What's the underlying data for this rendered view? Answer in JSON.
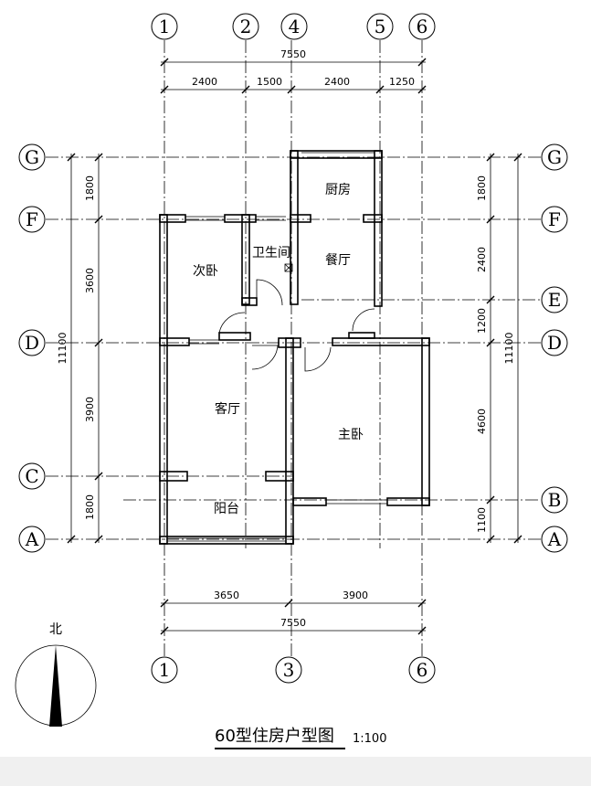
{
  "axes": {
    "top": [
      "1",
      "2",
      "4",
      "5",
      "6"
    ],
    "bottom": [
      "1",
      "3",
      "6"
    ],
    "left": [
      "G",
      "F",
      "D",
      "C",
      "A"
    ],
    "right": [
      "G",
      "F",
      "E",
      "D",
      "B",
      "A"
    ]
  },
  "dimensions": {
    "top_total": "7550",
    "top_segments": [
      "2400",
      "1500",
      "2400",
      "1250"
    ],
    "bottom_segments": [
      "3650",
      "3900"
    ],
    "bottom_total": "7550",
    "left_segments": [
      "1800",
      "3600",
      "3900",
      "1800"
    ],
    "left_total": "11100",
    "right_segments": [
      "1800",
      "2400",
      "1200",
      "4600",
      "1100"
    ],
    "right_total": "11100"
  },
  "rooms": {
    "kitchen": "厨房",
    "bathroom": "卫生间",
    "dining": "餐厅",
    "second_bedroom": "次卧",
    "living": "客厅",
    "master_bedroom": "主卧",
    "balcony": "阳台"
  },
  "compass": {
    "label": "北"
  },
  "title": {
    "text": "60型住房户型图",
    "scale": "1:100"
  }
}
